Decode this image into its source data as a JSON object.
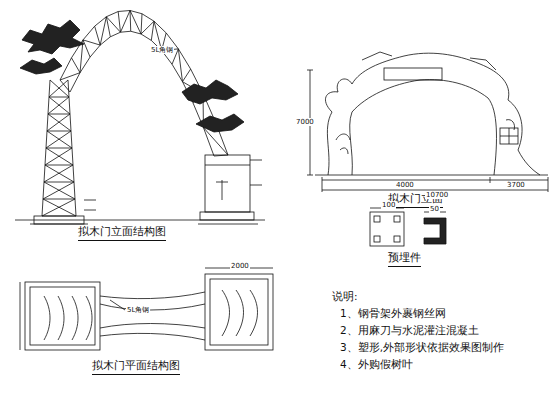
{
  "diagram": {
    "labels": [
      "拟木门立面结构图",
      "拟木门立面",
      "预埋件",
      "拟木门平面结构图",
      "说明:",
      "1、钢骨架外裹钢丝网",
      "2、用麻刀与水泥灌注混凝土",
      "3、塑形,外部形状依据效果图制作",
      "4、外购假树叶",
      "7000",
      "4000",
      "3700",
      "10700",
      "5L角钢",
      "5L角钢",
      "2000",
      "100",
      "50"
    ]
  }
}
